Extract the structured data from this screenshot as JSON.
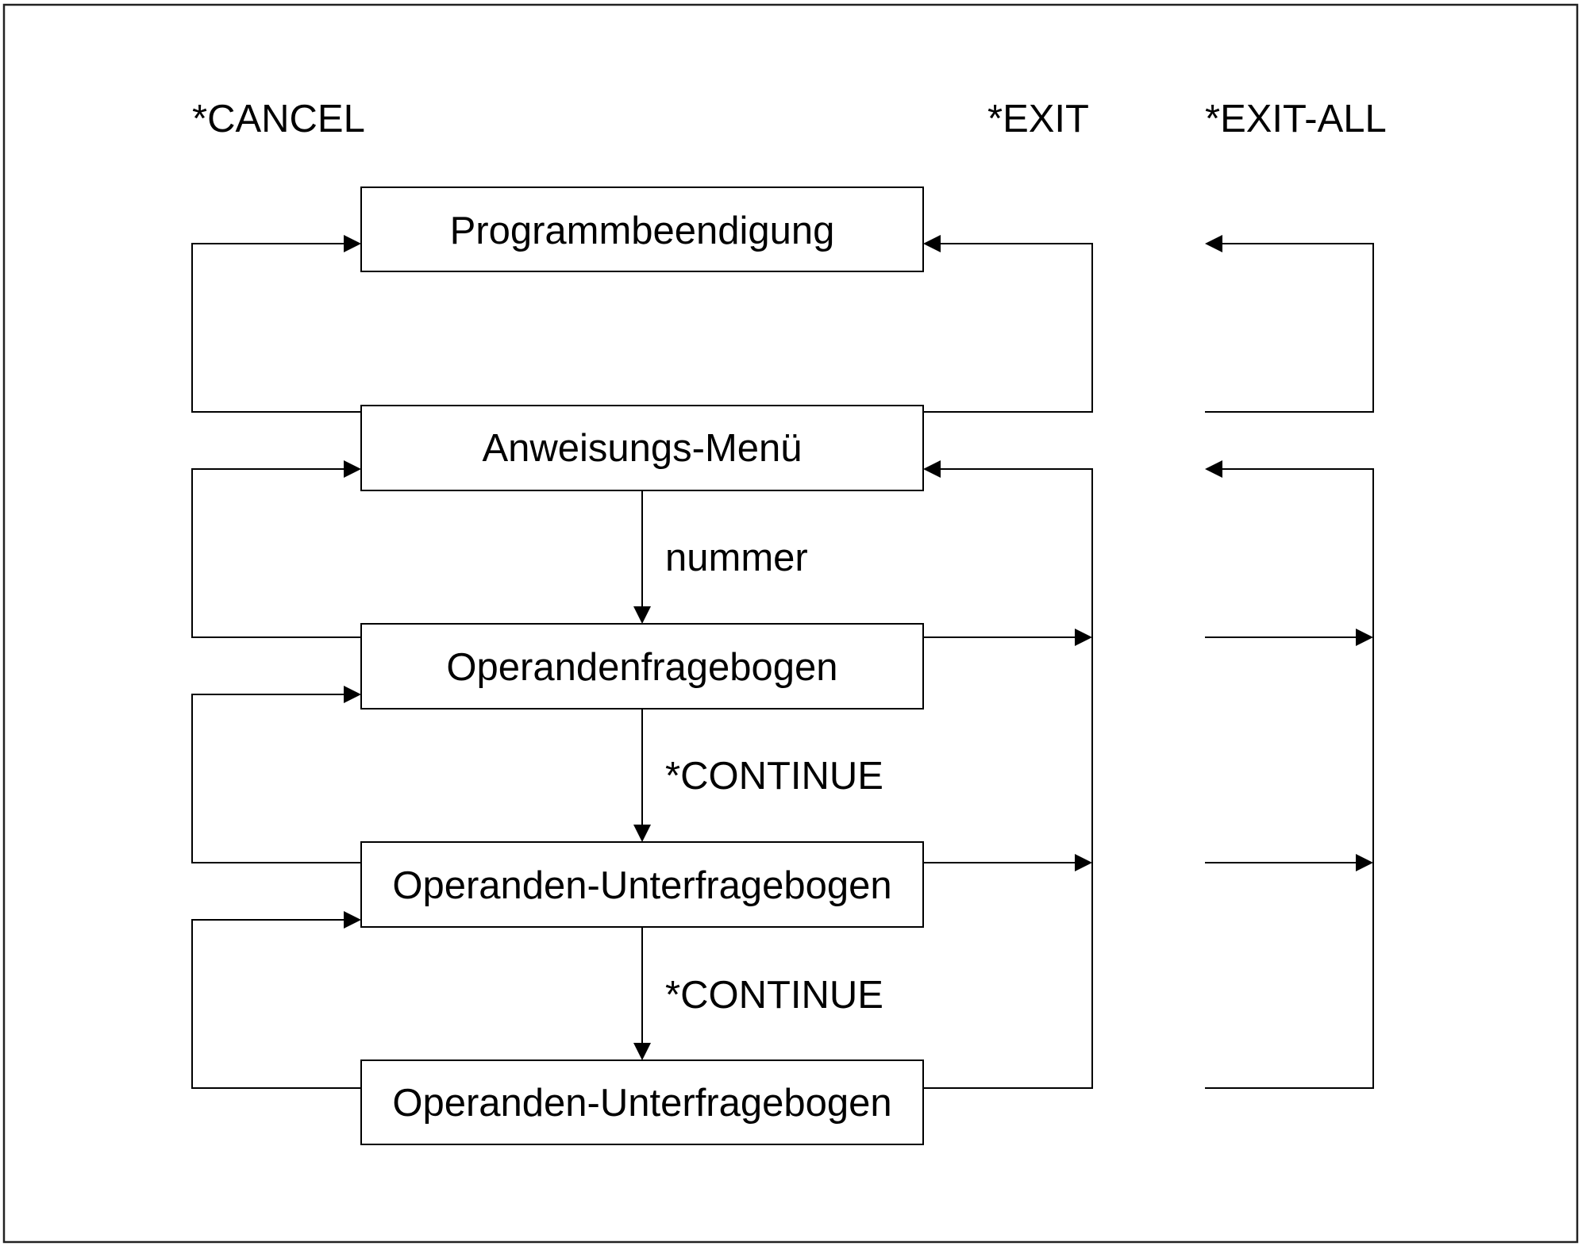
{
  "headers": {
    "cancel": "*CANCEL",
    "exit": "*EXIT",
    "exit_all": "*EXIT-ALL"
  },
  "boxes": [
    "Programmbeendigung",
    "Anweisungs-Menü",
    "Operandenfragebogen",
    "Operanden-Unterfragebogen",
    "Operanden-Unterfragebogen"
  ],
  "transitions": {
    "nummer": "nummer",
    "continue_1": "*CONTINUE",
    "continue_2": "*CONTINUE"
  },
  "colors": {
    "line": "#000000",
    "background": "#ffffff"
  }
}
